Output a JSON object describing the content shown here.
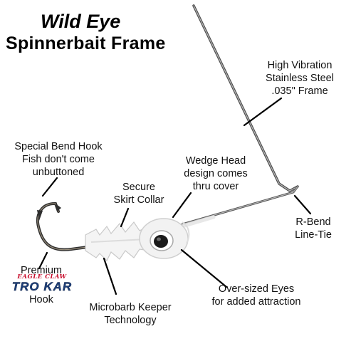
{
  "title": {
    "line1": "Wild Eye",
    "line2": "Spinnerbait Frame"
  },
  "callouts": {
    "frame": [
      "High Vibration",
      "Stainless Steel",
      ".035\" Frame"
    ],
    "hook": [
      "Special Bend Hook",
      "Fish don't come",
      "unbuttoned"
    ],
    "collar": [
      "Secure",
      "Skirt Collar"
    ],
    "head": [
      "Wedge Head",
      "design comes",
      "thru cover"
    ],
    "linetie": [
      "R-Bend",
      "Line-Tie"
    ],
    "premium_top": "Premium",
    "premium_bottom": "Hook",
    "keeper": [
      "Microbarb Keeper",
      "Technology"
    ],
    "eyes": [
      "Over-sized Eyes",
      "for added attraction"
    ]
  },
  "brand": {
    "script": "EAGLE CLAW",
    "logo": "TRO KAR"
  },
  "colors": {
    "wire": "#8a8a8a",
    "head": "#f2f2f2",
    "hook": "#3a3a3a",
    "eye": "#1a1a1a",
    "brand_red": "#c8102e",
    "brand_blue": "#1d3f7a"
  }
}
